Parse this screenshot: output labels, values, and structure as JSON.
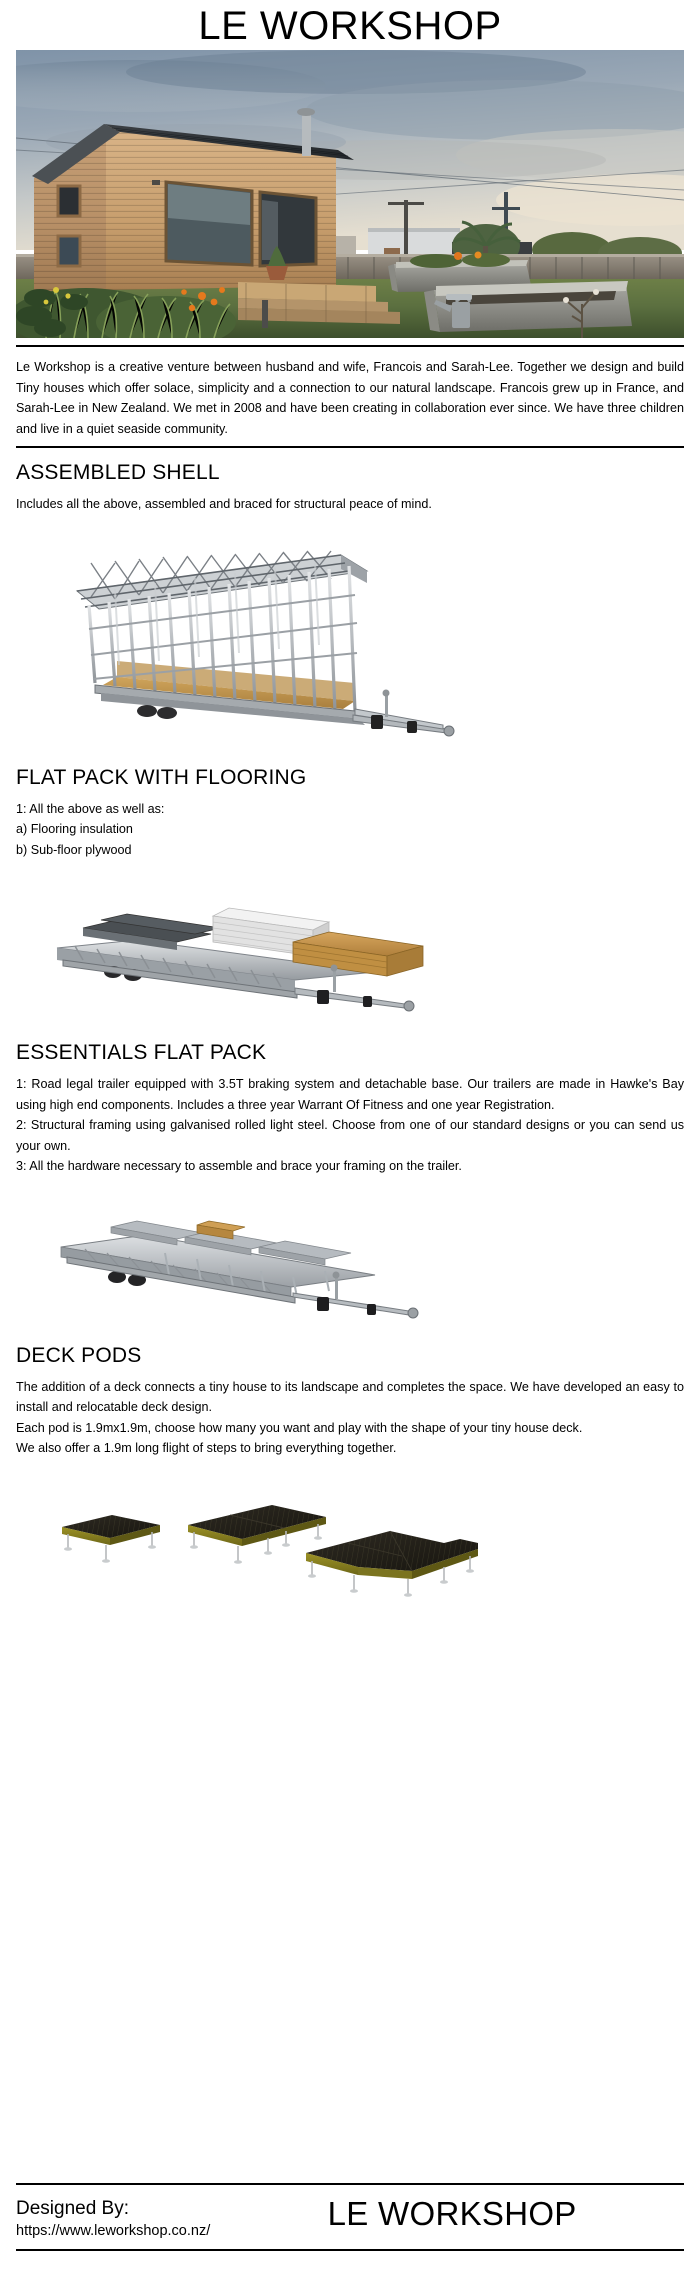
{
  "document": {
    "masthead": "LE WORKSHOP",
    "hero_image_alt": "tiny-house-exterior-photo"
  },
  "intro": {
    "paragraph": "Le Workshop is a creative venture between husband and wife, Francois and Sarah-Lee. Together we design and build Tiny houses which offer solace, simplicity and a connection to our natural landscape. Francois grew up in France, and Sarah-Lee in New Zealand. We met in 2008 and have been creating in collaboration ever since. We have three children and live in a quiet seaside community."
  },
  "sections": [
    {
      "id": "assembled-shell",
      "title": "ASSEMBLED SHELL",
      "lines": [
        "Includes all the above, assembled and braced for structural peace of mind."
      ],
      "justify": false,
      "image_alt": "assembled-steel-frame-shell-on-trailer-render"
    },
    {
      "id": "flat-pack-with-flooring",
      "title": "FLAT PACK WITH FLOORING",
      "lines": [
        "1: All the above as well as:",
        "a) Flooring insulation",
        "b) Sub-floor plywood"
      ],
      "justify": false,
      "image_alt": "flat-pack-with-flooring-on-trailer-render"
    },
    {
      "id": "essentials-flat-pack",
      "title": "ESSENTIALS FLAT PACK",
      "lines": [
        "1: Road legal trailer equipped with 3.5T braking system and detachable base. Our trailers are made in Hawke's Bay using high end components. Includes a three year Warrant Of Fitness and one year Registration.",
        "2: Structural framing using galvanised rolled light steel. Choose from one of our standard designs or you can send us your own.",
        "3: All the hardware necessary to assemble and brace your framing on the trailer."
      ],
      "justify": true,
      "image_alt": "essentials-flat-pack-trailer-render"
    },
    {
      "id": "deck-pods",
      "title": "DECK PODS",
      "lines": [
        "The addition of a deck connects a tiny house to its landscape and completes the space. We have developed an easy to install and relocatable deck design.",
        "Each pod is 1.9mx1.9m, choose how many you want and play with the shape of your tiny house deck.",
        "We also offer a 1.9m long flight of steps to bring everything together."
      ],
      "justify": true,
      "image_alt": "deck-pods-render"
    }
  ],
  "footer": {
    "designed_by_label": "Designed By:",
    "url": "https://www.leworkshop.co.nz/",
    "brand": "LE WORKSHOP"
  },
  "colors": {
    "text": "#000000",
    "background": "#ffffff",
    "rule": "#000000",
    "steel": "#b9bcc0",
    "steel_dark": "#7f8489",
    "plywood": "#c69a50",
    "deck_top": "#23201a",
    "deck_side": "#8d8420"
  }
}
